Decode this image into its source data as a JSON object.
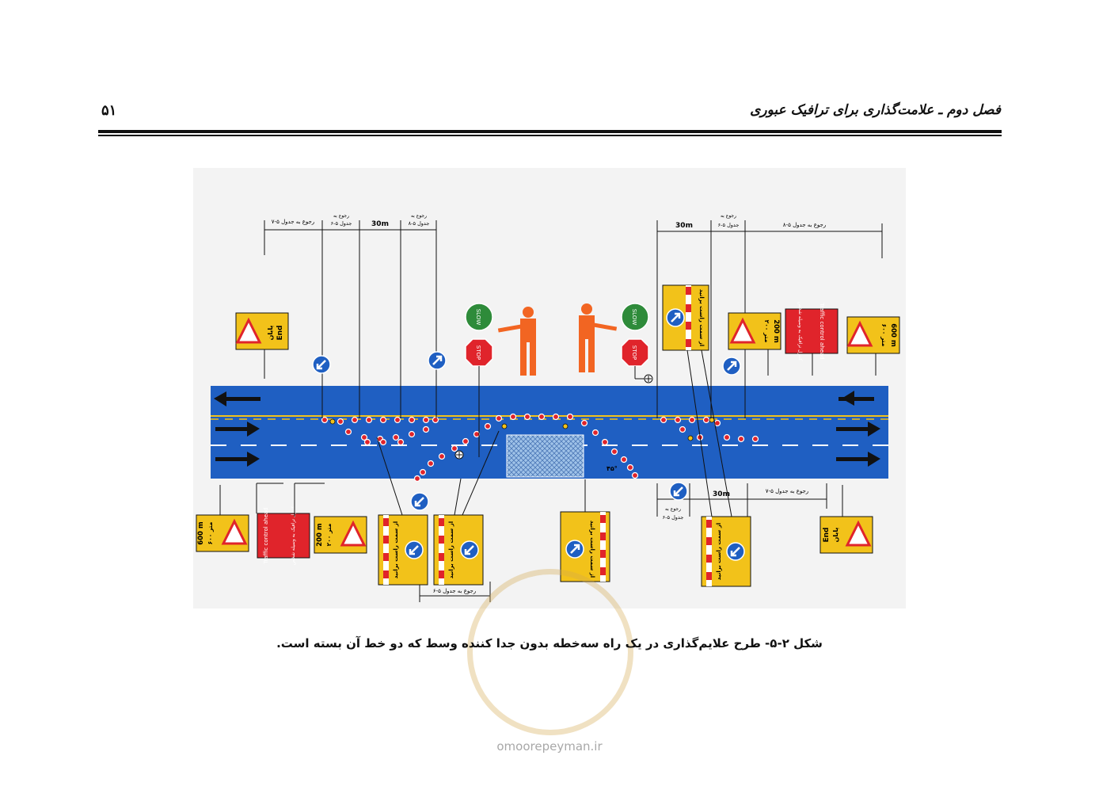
{
  "header": {
    "title": "فصل دوم ـ علامت‌گذاری برای ترافیک عبوری",
    "page_number": "۵۱"
  },
  "figure": {
    "dimensions": {
      "refer_table_5_7": "رجوع به جدول ۵-۷",
      "refer_table_5_6": "رجوع به جدول ۵-۶",
      "refer_table_5_8": "رجوع به جدول ۵-۸",
      "refer_to": "رجوع به",
      "table_5_6": "جدول ۵-۶",
      "table_5_8": "جدول ۵-۸",
      "thirty_m": "30m"
    },
    "signs": {
      "end_en": "End",
      "end_fa": "پایان",
      "d200_en": "200 m",
      "d200_fa": "۲۰۰ متر",
      "d600_en": "600 m",
      "d600_fa": "۶۰۰ متر",
      "traffic_control_en": "Traffic control ahead",
      "traffic_control_fa": "کنترل ترافیک به وسیله شخص",
      "keep_right_fa": "از سمت راست برانید",
      "stop": "STOP",
      "slow": "SLOW",
      "angle": "۴۵°"
    }
  },
  "caption": "شکل ۲-۵- طرح علایم‌گذاری در یک راه سه‌خطه بدون جدا کننده وسط که دو خط آن بسته است.",
  "watermark": "omoorepeyman.ir",
  "colors": {
    "road": "#1f5fc2",
    "sign_yellow": "#f2c21a",
    "sign_red": "#e0242b",
    "arrow_blue": "#1f5fc2",
    "flagger": "#f26522",
    "slow_green": "#2e8b3a"
  }
}
